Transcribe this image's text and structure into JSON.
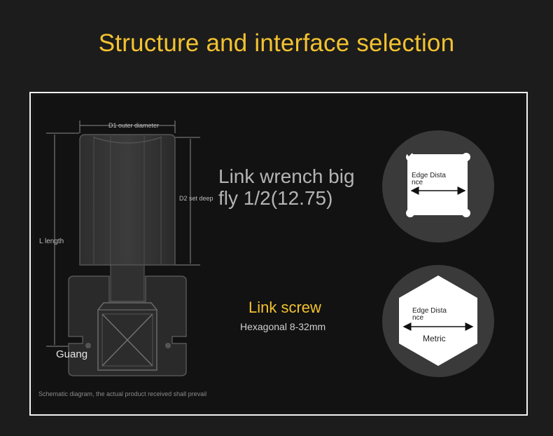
{
  "title": "Structure and interface selection",
  "socket": {
    "d1_label": "D1 outer diameter",
    "d2_label": "D2 set deep",
    "l_label": "L length",
    "guang_label": "Guang"
  },
  "wrench": {
    "label": "Link wrench big fly 1/2(12.75)"
  },
  "square_interface": {
    "edge_label": "Edge Distance"
  },
  "screw": {
    "title": "Link screw",
    "subtitle": "Hexagonal 8-32mm"
  },
  "hex_interface": {
    "edge_label": "Edge Distance",
    "metric_label": "Metric"
  },
  "footnote": "Schematic diagram, the actual product received shall prevail",
  "colors": {
    "accent": "#f2c230",
    "background": "#1c1c1c",
    "frame_border": "#f2f2f2",
    "shape_fill": "#ffffff",
    "circle_bg": "#3a3a3a"
  }
}
